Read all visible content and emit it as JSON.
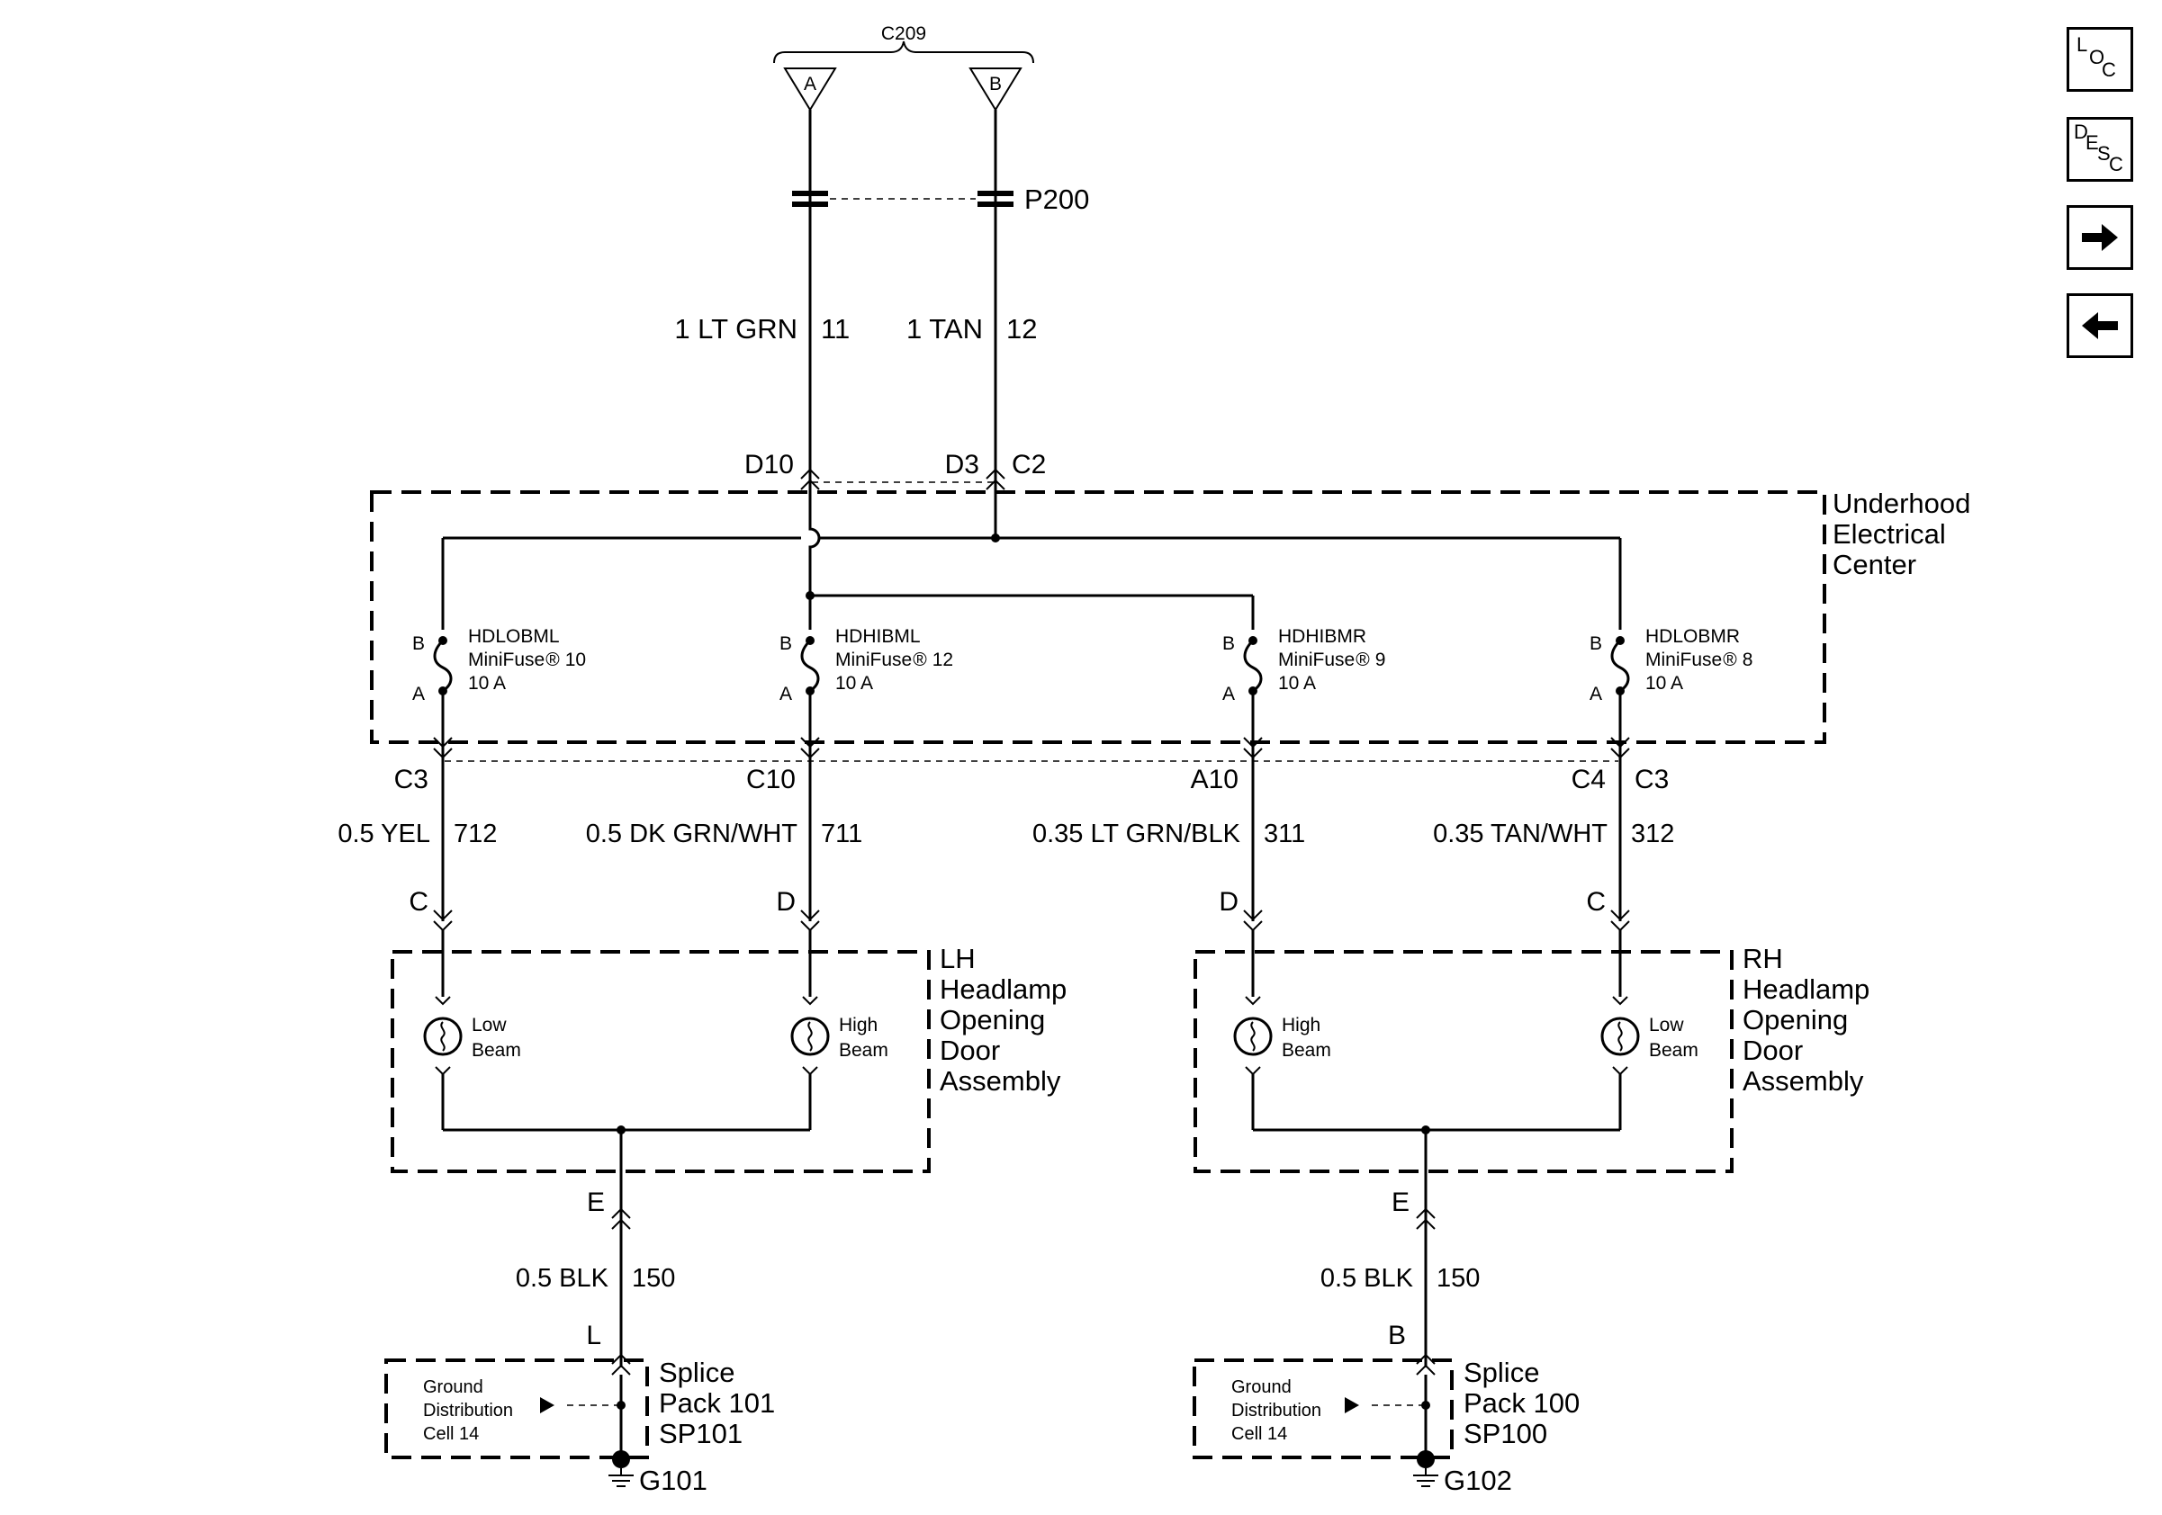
{
  "navigation": {
    "loc_letters": [
      "L",
      "O",
      "C"
    ],
    "desc_letters": [
      "D",
      "E",
      "S",
      "C"
    ],
    "next_icon": "arrow-right-icon",
    "prev_icon": "arrow-left-icon"
  },
  "top": {
    "connector_c209": "C209",
    "term_a": "A",
    "term_b": "B",
    "p200": "P200"
  },
  "top_wires": {
    "left_label": "1 LT GRN",
    "left_circuit": "11",
    "right_label": "1 TAN",
    "right_circuit": "12"
  },
  "uec": {
    "title_lines": [
      "Underhood",
      "Electrical",
      "Center"
    ],
    "in_pins": {
      "d10": "D10",
      "d3": "D3",
      "c2": "C2"
    },
    "fuses": [
      {
        "name": "HDLOBML",
        "line2": "MiniFuse",
        "num": "10",
        "rating": "10 A",
        "pin_b": "B",
        "pin_a": "A"
      },
      {
        "name": "HDHIBML",
        "line2": "MiniFuse",
        "num": "12",
        "rating": "10 A",
        "pin_b": "B",
        "pin_a": "A"
      },
      {
        "name": "HDHIBMR",
        "line2": "MiniFuse",
        "num": "9",
        "rating": "10 A",
        "pin_b": "B",
        "pin_a": "A"
      },
      {
        "name": "HDLOBMR",
        "line2": "MiniFuse",
        "num": "8",
        "rating": "10 A",
        "pin_b": "B",
        "pin_a": "A"
      }
    ],
    "registered_mark": "®",
    "out_pins": {
      "c3_left": "C3",
      "c10": "C10",
      "a10": "A10",
      "c4": "C4",
      "c3_right": "C3"
    }
  },
  "mid_wires": [
    {
      "label": "0.5 YEL",
      "circuit": "712"
    },
    {
      "label": "0.5 DK GRN/WHT",
      "circuit": "711"
    },
    {
      "label": "0.35 LT GRN/BLK",
      "circuit": "311"
    },
    {
      "label": "0.35 TAN/WHT",
      "circuit": "312"
    }
  ],
  "lamp_pins": {
    "lh_c": "C",
    "lh_d": "D",
    "rh_d": "D",
    "rh_c": "C"
  },
  "lh_assembly": {
    "title_lines": [
      "LH",
      "Headlamp",
      "Opening",
      "Door",
      "Assembly"
    ],
    "lamp1": [
      "Low",
      "Beam"
    ],
    "lamp2": [
      "High",
      "Beam"
    ],
    "ground_pin": "E"
  },
  "rh_assembly": {
    "title_lines": [
      "RH",
      "Headlamp",
      "Opening",
      "Door",
      "Assembly"
    ],
    "lamp1": [
      "High",
      "Beam"
    ],
    "lamp2": [
      "Low",
      "Beam"
    ],
    "ground_pin": "E"
  },
  "ground_wires": [
    {
      "label": "0.5 BLK",
      "circuit": "150"
    },
    {
      "label": "0.5 BLK",
      "circuit": "150"
    }
  ],
  "sp101": {
    "pin": "L",
    "title_lines": [
      "Splice",
      "Pack 101",
      "SP101"
    ],
    "ref_lines": [
      "Ground",
      "Distribution",
      "Cell 14"
    ],
    "ground": "G101"
  },
  "sp100": {
    "pin": "B",
    "title_lines": [
      "Splice",
      "Pack 100",
      "SP100"
    ],
    "ref_lines": [
      "Ground",
      "Distribution",
      "Cell 14"
    ],
    "ground": "G102"
  }
}
